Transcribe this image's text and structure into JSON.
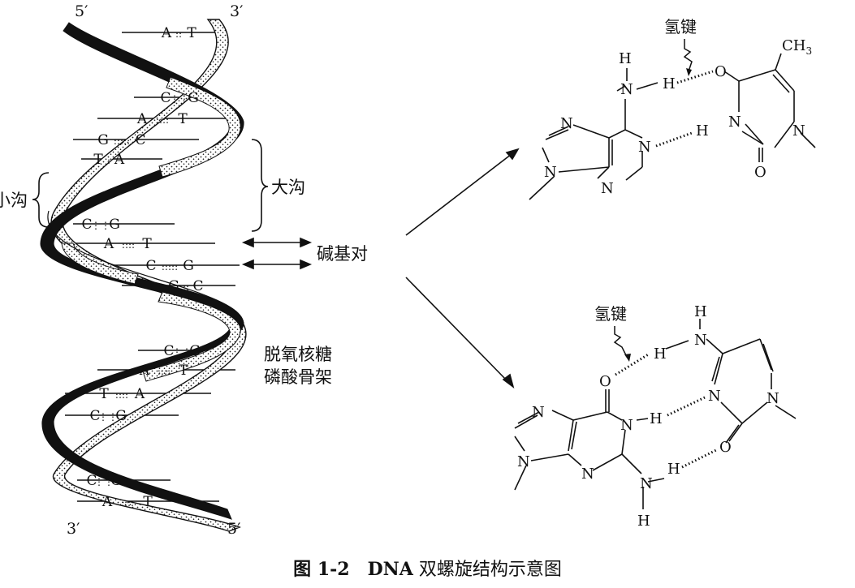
{
  "helix": {
    "top_left": "5′",
    "top_right": "3′",
    "bottom_left": "3′",
    "bottom_right": "5′",
    "minor_groove": "小沟",
    "major_groove": "大沟",
    "base_pair_label": "碱基对",
    "backbone_line1": "脱氧核糖",
    "backbone_line2": "磷酸骨架",
    "pairs": [
      {
        "left": "A",
        "bond": "::",
        "right": "T"
      },
      {
        "left": "C",
        "bond": "⋮⋮",
        "right": "G"
      },
      {
        "left": "A",
        "bond": "::::",
        "right": "T"
      },
      {
        "left": "G",
        "bond": ":::::",
        "right": "C"
      },
      {
        "left": "T",
        "bond": ":",
        "right": "A"
      },
      {
        "left": "C",
        "bond": "⋮⋮",
        "right": "G"
      },
      {
        "left": "A",
        "bond": "::::",
        "right": "T"
      },
      {
        "left": "C",
        "bond": ":::::",
        "right": "G"
      },
      {
        "left": "G",
        "bond": "::",
        "right": "C"
      },
      {
        "left": "C",
        "bond": "⋮⋮",
        "right": "G"
      },
      {
        "left": "A",
        "bond": "::::",
        "right": "T"
      },
      {
        "left": "T",
        "bond": "::::",
        "right": "A"
      },
      {
        "left": "C",
        "bond": "⋮⋮",
        "right": "G"
      },
      {
        "left": "C",
        "bond": "⋮⋮",
        "right": "G"
      },
      {
        "left": "A",
        "bond": "::::",
        "right": "T"
      }
    ]
  },
  "at_pair": {
    "hbond_label": "氢键",
    "methyl": "CH",
    "methyl_sub": "3",
    "atoms": {
      "H_top": "H",
      "N_amine": "N",
      "H_amine": "H",
      "O_top": "O",
      "N_ring": "N",
      "H_ring": "H",
      "N3": "N",
      "N1": "N",
      "O_bottom": "O",
      "N7": "N",
      "N9": "N",
      "N3b": "N"
    }
  },
  "gc_pair": {
    "hbond_label": "氢键",
    "atoms": {
      "H_top": "H",
      "N_amine": "N",
      "H_amine": "H",
      "O_top": "O",
      "N3": "N",
      "N1": "N",
      "H_n1": "H",
      "O_bottom": "O",
      "N_amine2": "N",
      "H_amine2": "H",
      "H_bottom": "H",
      "N7": "N",
      "N9": "N",
      "N3g": "N",
      "N1g": "N"
    }
  },
  "caption": {
    "number": "图 1-2",
    "dna": "DNA",
    "title": " 双螺旋结构示意图"
  }
}
